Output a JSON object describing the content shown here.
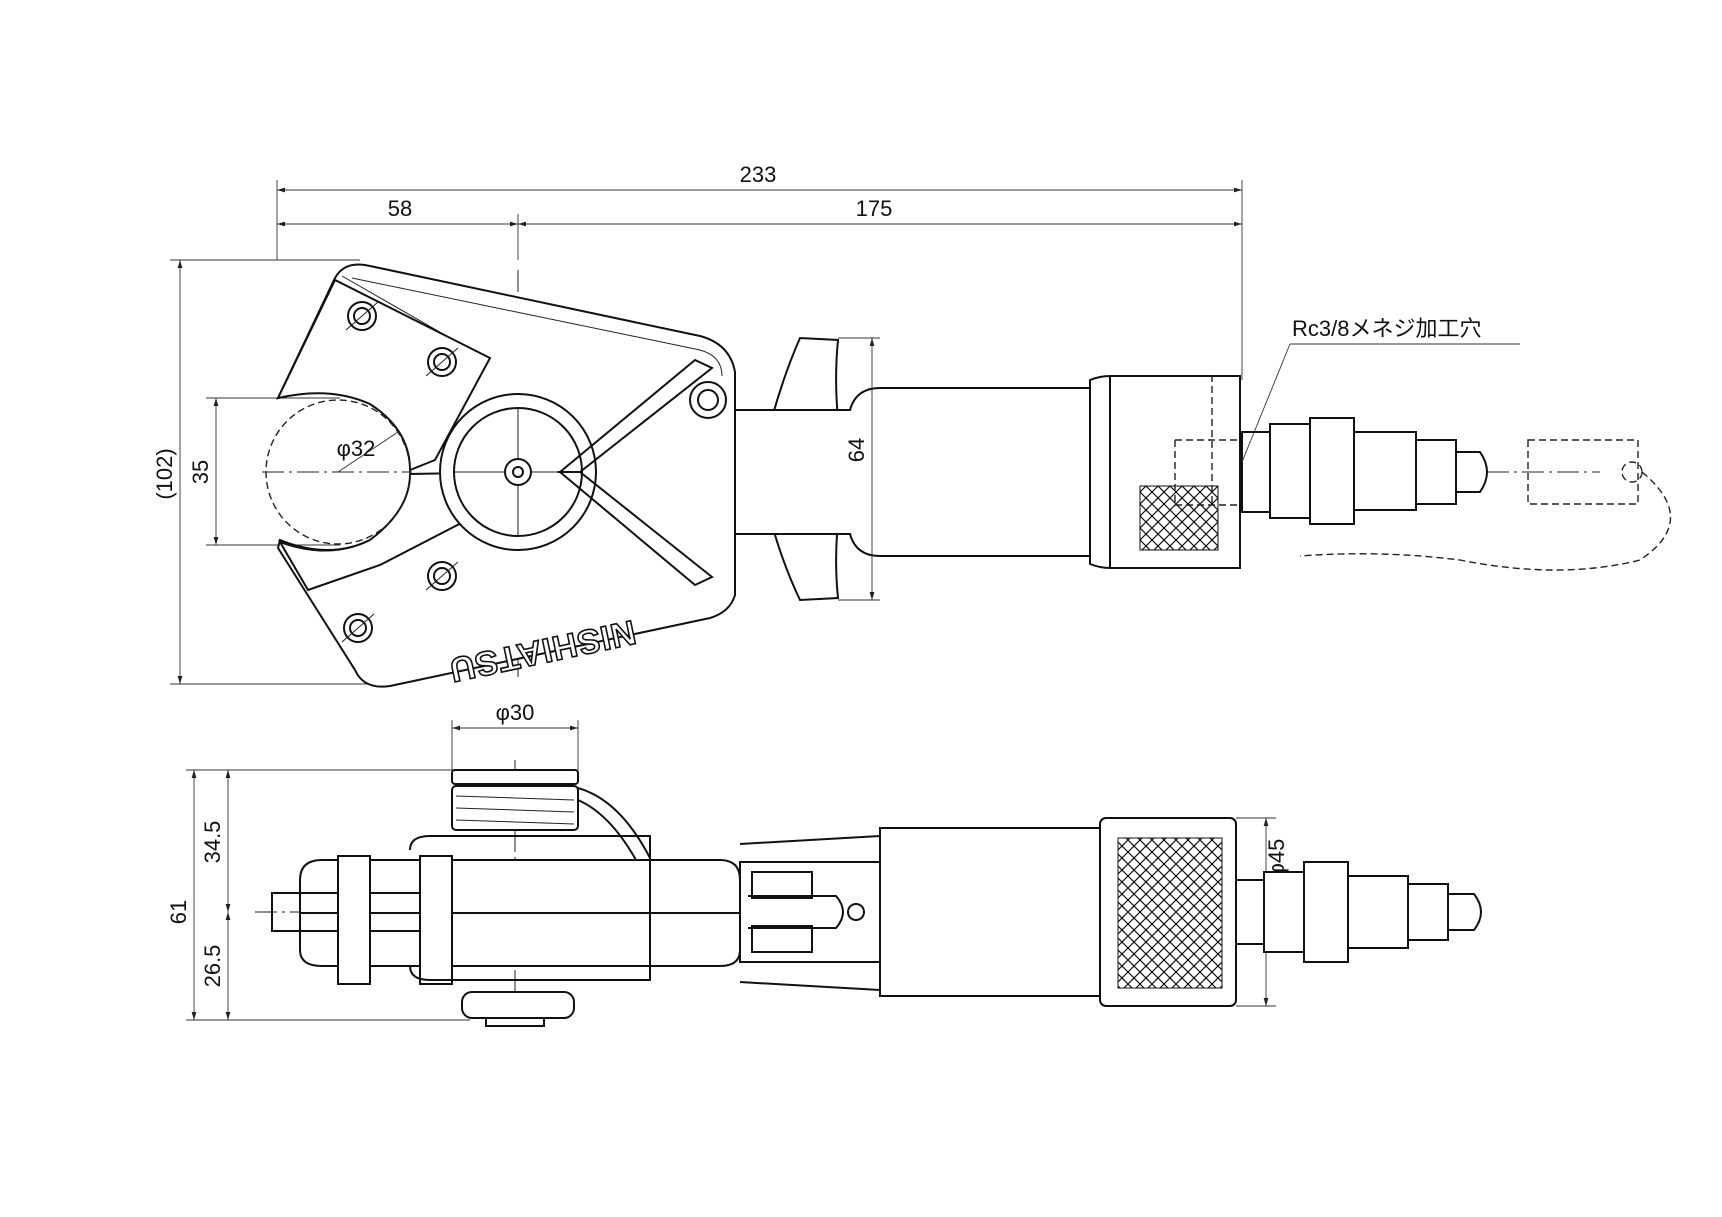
{
  "drawing": {
    "top_view": {
      "dim_overall_length": "233",
      "dim_head_length": "58",
      "dim_body_length": "175",
      "dim_overall_height": "(102)",
      "dim_jaw_opening": "35",
      "dim_pipe_diameter": "φ32",
      "dim_body_height": "64",
      "brand_text": "NISHIATSU",
      "port_callout": "Rc3/8メネジ加工穴"
    },
    "side_view": {
      "dim_roller_diameter": "φ30",
      "dim_total_height": "61",
      "dim_upper_height": "34.5",
      "dim_lower_height": "26.5",
      "dim_grip_diameter": "φ45"
    }
  }
}
